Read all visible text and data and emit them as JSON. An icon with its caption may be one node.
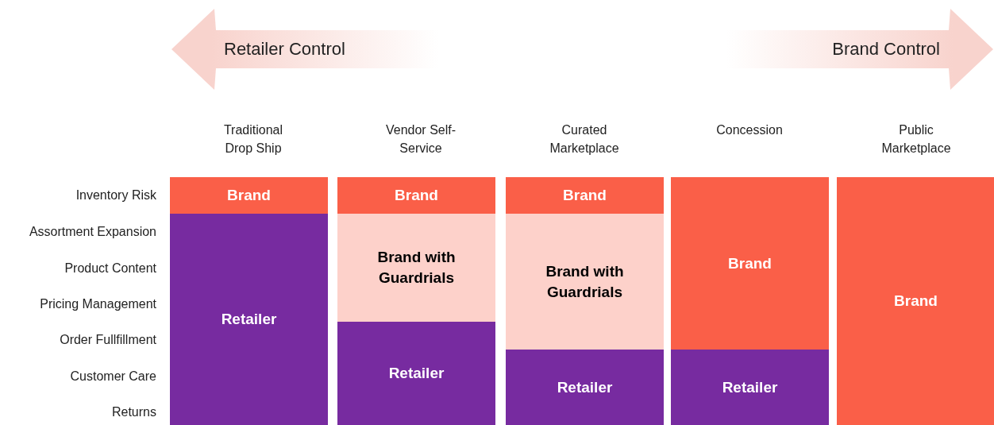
{
  "diagram": {
    "nodes": [
      {
        "text": [
          "Retailer Control"
        ]
      },
      {
        "text": [
          "Brand Control"
        ]
      },
      {
        "text": [
          "Brand"
        ]
      },
      {
        "text": [
          "Retailer"
        ]
      },
      {
        "text": [
          "Brand"
        ]
      },
      {
        "text": [
          "Brand with Guardrials"
        ]
      },
      {
        "text": [
          "Retailer"
        ]
      },
      {
        "text": [
          "Brand"
        ]
      },
      {
        "text": [
          "Brand with Guardrials"
        ]
      },
      {
        "text": [
          "Retailer"
        ]
      },
      {
        "text": [
          "Brand"
        ]
      },
      {
        "text": [
          "Retailer"
        ]
      },
      {
        "text": [
          "Brand"
        ]
      }
    ],
    "labels": [
      "Traditional Drop Ship",
      "Vendor Self-Service",
      "Curated Marketplace",
      "Concession",
      "Public Marketplace",
      "Inventory Risk",
      "Assortment Expansion",
      "Product Content",
      "Pricing Management",
      "Order Fullfillment",
      "Customer Care",
      "Returns"
    ]
  }
}
